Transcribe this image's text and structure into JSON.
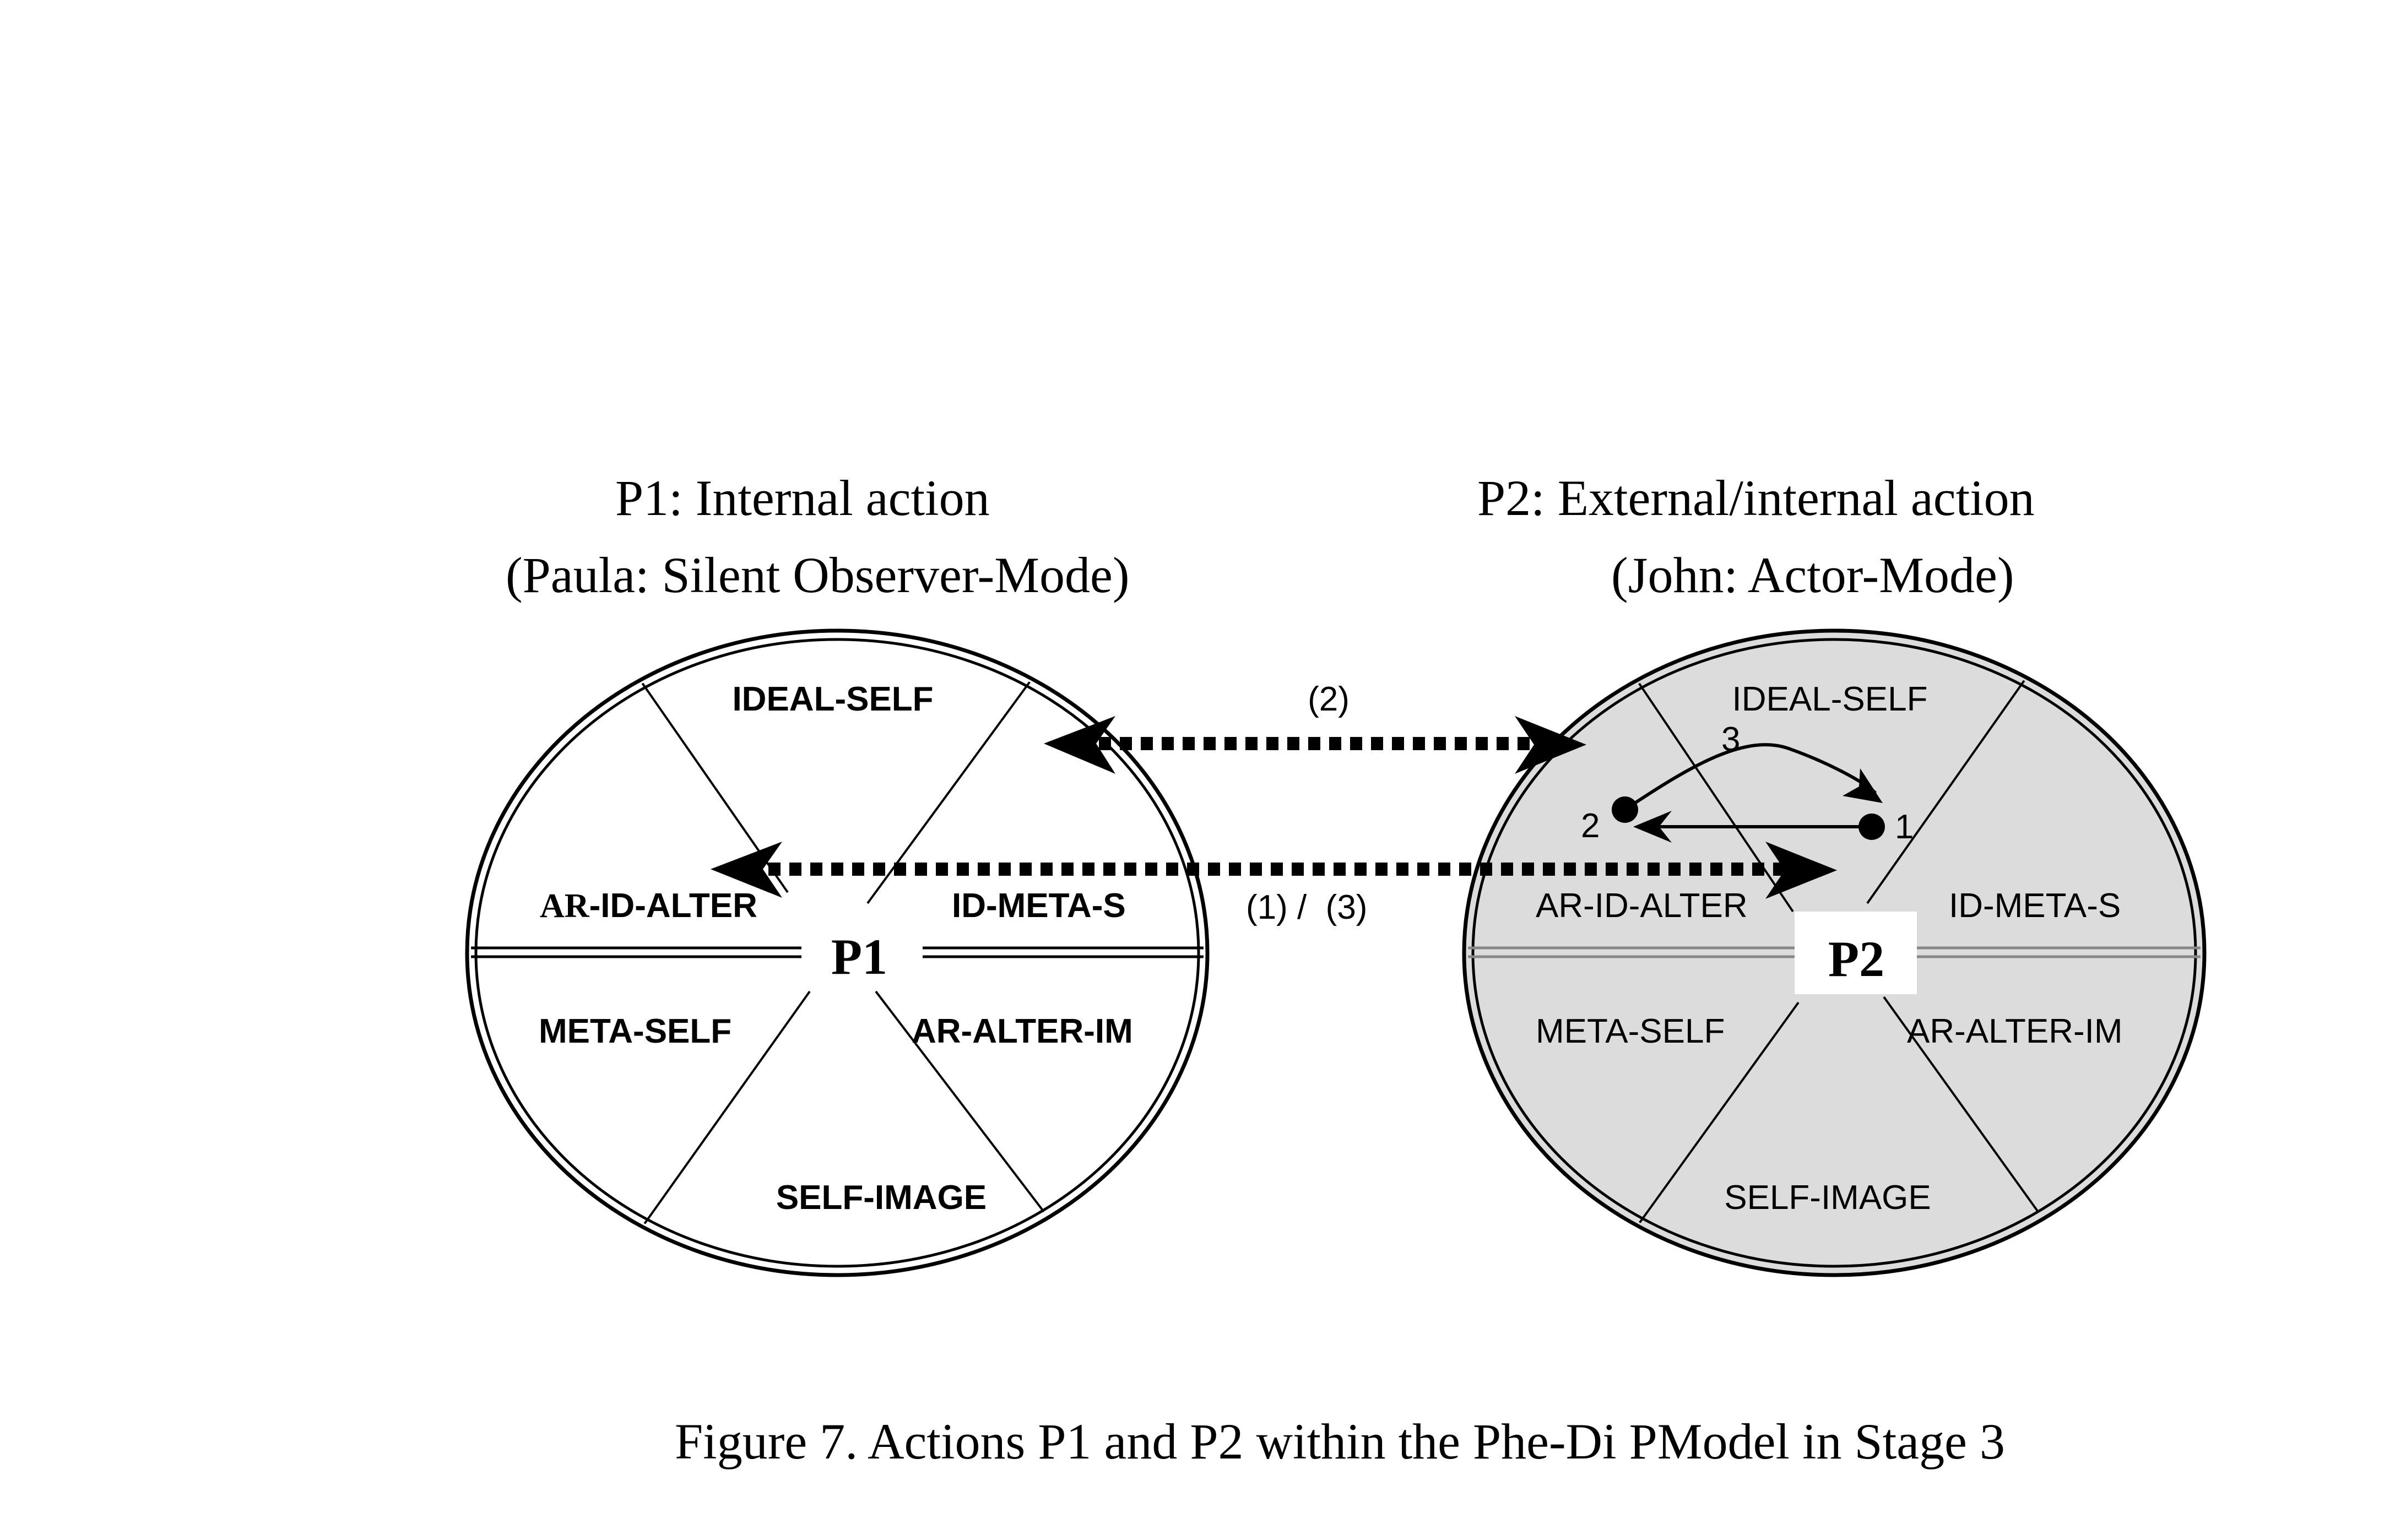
{
  "caption": "Figure 7. Actions P1 and P2 within the Phe-Di PModel in Stage 3",
  "p1": {
    "title": "P1: Internal action",
    "subtitle": "(Paula: Silent Observer-Mode)",
    "center_label": "P1",
    "segments": {
      "top": "IDEAL-SELF",
      "left_upper_prefix": "AR",
      "left_upper_rest": "-ID-ALTER",
      "right_upper": "ID-META-S",
      "left_lower": "META-SELF",
      "right_lower": "AR-ALTER-IM",
      "bottom": "SELF-IMAGE"
    },
    "fill": "#ffffff"
  },
  "p2": {
    "title": "P2: External/internal action",
    "subtitle": "(John: Actor-Mode)",
    "center_label": "P2",
    "segments": {
      "top": "IDEAL-SELF",
      "left_upper": "AR-ID-ALTER",
      "right_upper": "ID-META-S",
      "left_lower": "META-SELF",
      "right_lower": "AR-ALTER-IM",
      "bottom": "SELF-IMAGE"
    },
    "fill": "#dcdcdc",
    "inner_steps": {
      "step1": "1",
      "step2": "2",
      "step3": "3"
    }
  },
  "connections": {
    "upper_label": "(2)",
    "lower_label": "(1) /  (3)"
  }
}
